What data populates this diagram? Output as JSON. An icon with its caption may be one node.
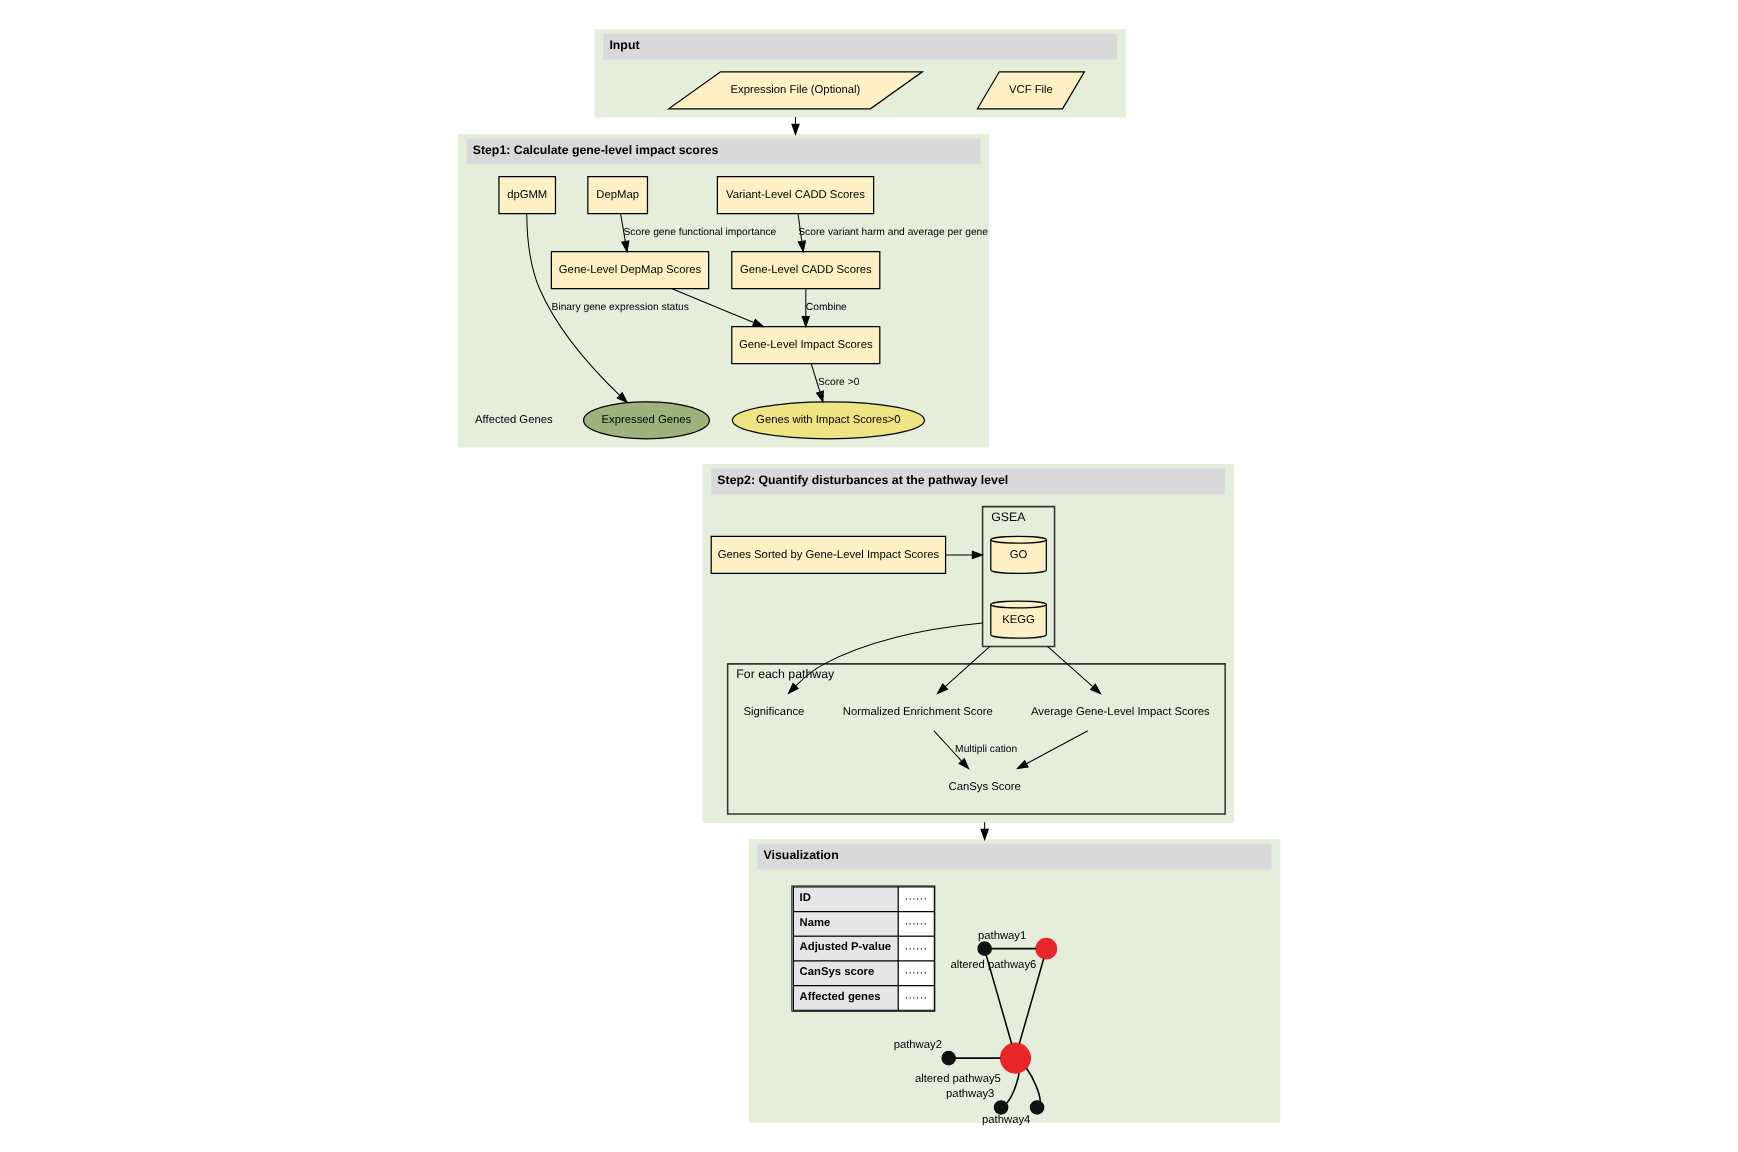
{
  "diagram": {
    "nodes": [
      {
        "text": [
          "Input"
        ]
      },
      {
        "text": [
          "VCF File"
        ],
        "in": 0
      },
      {
        "text": [
          "Expression File (Optional)"
        ],
        "in": 0
      },
      {
        "text": [
          "Step1: Calculate gene-level impact scores"
        ]
      },
      {
        "text": [
          "Variant-Level CADD Scores"
        ],
        "in": 3
      },
      {
        "text": [
          "DepMap"
        ],
        "in": 3
      },
      {
        "text": [
          "dpGMM"
        ],
        "in": 3
      },
      {
        "text": [
          "Gene-Level CADD Scores"
        ],
        "in": 3
      },
      {
        "text": [
          "Gene-Level DepMap Scores"
        ],
        "in": 3
      },
      {
        "text": [
          "Gene-Level Impact Scores"
        ],
        "in": 3
      },
      {
        "text": [
          "Genes with Impact Scores>0"
        ],
        "in": 3
      },
      {
        "text": [
          "Expressed Genes"
        ],
        "in": 3
      },
      {
        "text": [
          "Step2: Quantify disturbances at the pathway level"
        ]
      },
      {
        "text": [
          "Genes Sorted by Gene-Level Impact Scores"
        ],
        "in": 12
      },
      {
        "text": [
          "GSEA"
        ],
        "in": 12
      },
      {
        "text": [
          "GO"
        ],
        "in": 14
      },
      {
        "text": [
          "KEGG"
        ],
        "in": 14
      },
      {
        "text": [
          "For each pathway"
        ],
        "in": 12
      },
      {
        "text": [
          "Significance"
        ],
        "in": 17
      },
      {
        "text": [
          "Normalized Enrichment Score"
        ],
        "in": 17
      },
      {
        "text": [
          "Average Gene-Level Impact Scores"
        ],
        "in": 17
      },
      {
        "text": [
          "CanSys Score"
        ],
        "in": 17
      },
      {
        "text": [
          "Visualization"
        ]
      },
      {
        "text": [],
        "shape": "circle",
        "beside": [
          "pathway1"
        ],
        "in": 22
      },
      {
        "text": [],
        "shape": "circle",
        "beside": [
          "altered pathway6"
        ],
        "in": 22
      },
      {
        "text": [],
        "shape": "circle",
        "beside": [
          "pathway2"
        ],
        "in": 22
      },
      {
        "text": [],
        "shape": "circle",
        "beside": [
          "altered pathway5"
        ],
        "in": 22
      },
      {
        "text": [],
        "shape": "circle",
        "beside": [
          "pathway3"
        ],
        "in": 22
      },
      {
        "text": [],
        "shape": "circle",
        "beside": [
          "pathway4"
        ],
        "in": 22
      }
    ],
    "edges": [
      {
        "from": 0,
        "to": 3,
        "arrow": "to"
      },
      {
        "from": 4,
        "to": 7,
        "label": "Score variant harm and average per gene",
        "arrow": "to"
      },
      {
        "from": 5,
        "to": 8,
        "label": "Score gene functional importance",
        "arrow": "to"
      },
      {
        "from": 7,
        "to": 9,
        "label": "Combine",
        "arrow": "to"
      },
      {
        "from": 8,
        "to": 9,
        "arrow": "to"
      },
      {
        "from": 9,
        "to": 10,
        "label": "Score >0",
        "arrow": "to"
      },
      {
        "from": 6,
        "to": 11,
        "label": "Binary gene expression status",
        "arrow": "to"
      },
      {
        "from": 13,
        "to": 14,
        "arrow": "to"
      },
      {
        "from": 14,
        "to": 18,
        "arrow": "to"
      },
      {
        "from": 14,
        "to": 19,
        "arrow": "to"
      },
      {
        "from": 14,
        "to": 20,
        "arrow": "to"
      },
      {
        "from": 19,
        "to": 21,
        "label": "Multipli cation",
        "arrow": "to"
      },
      {
        "from": 20,
        "to": 21,
        "arrow": "to"
      },
      {
        "from": 12,
        "to": 22,
        "arrow": "to"
      },
      {
        "from": 23,
        "to": 24,
        "arrow": "none"
      },
      {
        "from": 23,
        "to": 26,
        "arrow": "none"
      },
      {
        "from": 24,
        "to": 26,
        "arrow": "none"
      },
      {
        "from": 25,
        "to": 26,
        "arrow": "none"
      },
      {
        "from": 27,
        "to": 26,
        "arrow": "none"
      },
      {
        "from": 28,
        "to": 26,
        "arrow": "none"
      }
    ],
    "labels": [
      "Affected Genes",
      "ID",
      "······",
      "Name",
      "······",
      "Adjusted P-value",
      "······",
      "CanSys score",
      "······",
      "Affected genes",
      "······"
    ]
  }
}
